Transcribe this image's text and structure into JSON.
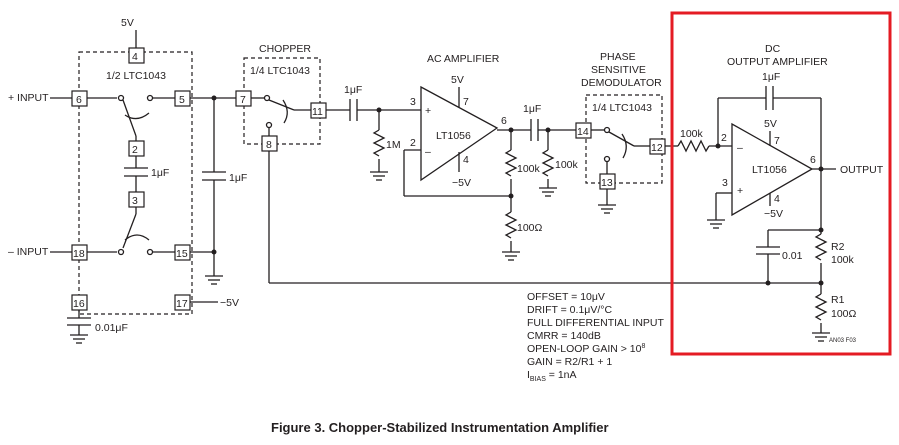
{
  "caption": "Figure 3. Chopper-Stabilized Instrumentation Amplifier",
  "supply": {
    "plus_5v": "5V",
    "minus_5v": "−5V"
  },
  "inputs": {
    "plus": "+ INPUT",
    "minus": "– INPUT"
  },
  "switch_block_1": {
    "label": "1/2 LTC1043",
    "cap": "1μF",
    "hold_cap": "1μF",
    "bottom_cap": "0.01μF"
  },
  "chopper": {
    "title": "CHOPPER",
    "part": "1/4 LTC1043"
  },
  "ac_amp": {
    "title": "AC AMPLIFIER",
    "part": "LT1056",
    "vplus": "5V",
    "vminus": "−5V",
    "coupling_cap": "1μF",
    "bias_res": "1M",
    "fb_res": "100k",
    "gnd_res": "100Ω"
  },
  "demod": {
    "title1": "PHASE",
    "title2": "SENSITIVE",
    "title3": "DEMODULATOR",
    "part": "1/4 LTC1043",
    "cap": "1μF",
    "res": "100k"
  },
  "dc_amp": {
    "title1": "DC",
    "title2": "OUTPUT AMPLIFIER",
    "cap": "1μF",
    "part": "LT1056",
    "vplus": "5V",
    "vminus": "−5V",
    "in_res": "100k",
    "filter_cap": "0.01",
    "output": "OUTPUT",
    "r2_name": "R2",
    "r2_val": "100k",
    "r1_name": "R1",
    "r1_val": "100Ω",
    "code": "AN03 F03"
  },
  "pins": {
    "p2": "2",
    "p3": "3",
    "p4": "4",
    "p5": "5",
    "p6": "6",
    "p7": "7",
    "p8": "8",
    "p11": "11",
    "p12": "12",
    "p13": "13",
    "p14": "14",
    "p15": "15",
    "p16": "16",
    "p17": "17",
    "p18": "18"
  },
  "opamp_pins": {
    "in_plus": "3",
    "in_minus": "2",
    "v_pos": "7",
    "v_neg": "4",
    "out": "6",
    "plus_sign": "+",
    "minus_sign": "–"
  },
  "specs": {
    "line1": "OFFSET = 10μV",
    "line2": "DRIFT = 0.1μV/°C",
    "line3": "FULL DIFFERENTIAL INPUT",
    "line4": "CMRR = 140dB",
    "line5_main": "OPEN-LOOP GAIN > 10",
    "line5_exp": "8",
    "line6": "GAIN = R2/R1 + 1",
    "line7_main": "I",
    "line7_sub": "BIAS",
    "line7_rest": " = 1nA"
  },
  "colors": {
    "ink": "#231f20",
    "highlight": "#e41b23",
    "background": "#ffffff"
  }
}
